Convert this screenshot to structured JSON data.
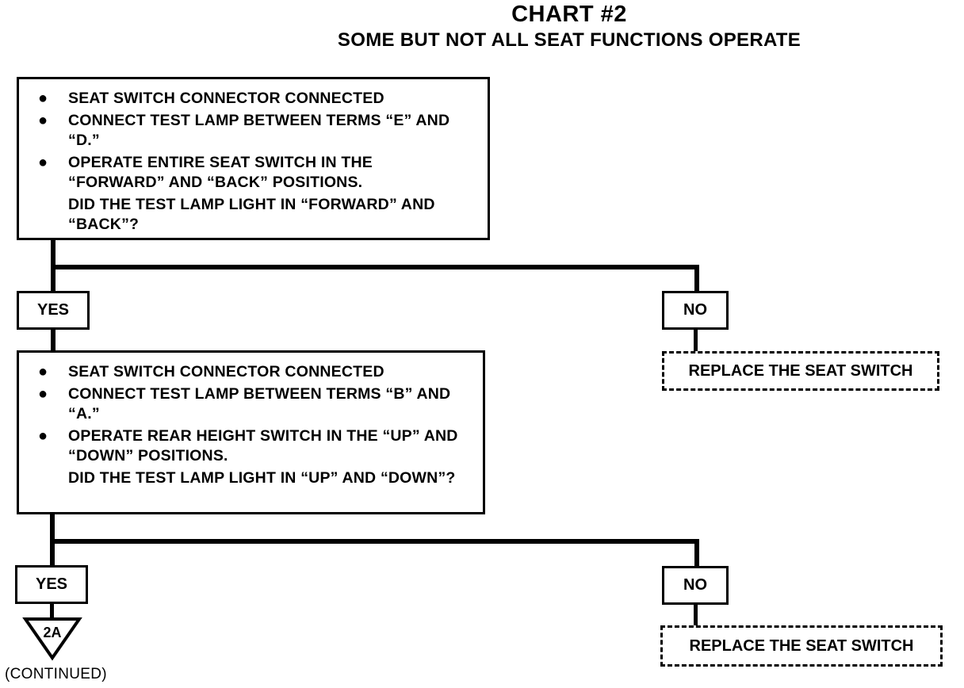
{
  "title": "CHART #2",
  "subtitle": "SOME BUT NOT ALL SEAT FUNCTIONS OPERATE",
  "steps": [
    {
      "bullets": [
        "SEAT SWITCH CONNECTOR CONNECTED",
        "CONNECT TEST LAMP BETWEEN TERMS “E” AND “D.”",
        "OPERATE ENTIRE SEAT SWITCH IN THE “FORWARD” AND “BACK” POSITIONS."
      ],
      "question": "DID THE TEST LAMP LIGHT IN “FORWARD” AND “BACK”?",
      "yes_label": "YES",
      "no_label": "NO",
      "no_action": "REPLACE THE SEAT SWITCH"
    },
    {
      "bullets": [
        "SEAT SWITCH CONNECTOR CONNECTED",
        "CONNECT TEST LAMP BETWEEN TERMS “B” AND “A.”",
        "OPERATE REAR HEIGHT SWITCH IN THE “UP” AND “DOWN” POSITIONS."
      ],
      "question": "DID THE TEST LAMP LIGHT IN “UP” AND “DOWN”?",
      "yes_label": "YES",
      "no_label": "NO",
      "no_action": "REPLACE THE SEAT SWITCH"
    }
  ],
  "connector": {
    "label": "2A",
    "note": "(CONTINUED)"
  },
  "bullet_glyph": "●"
}
